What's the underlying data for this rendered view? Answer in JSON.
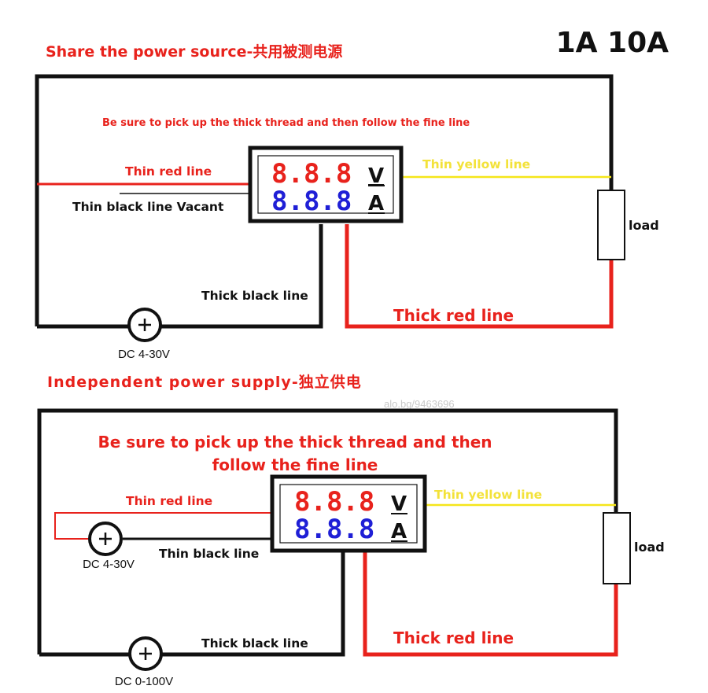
{
  "header": {
    "rating": "1A 10A"
  },
  "top_diagram": {
    "title": "Share the power source-共用被测电源",
    "instruction": "Be sure to pick up the thick thread and then follow the fine line",
    "thin_red_label": "Thin red line",
    "thin_black_label": "Thin black line Vacant",
    "thin_yellow_label": "Thin yellow line",
    "load_label": "load",
    "thick_black_label": "Thick black line",
    "thick_red_label": "Thick red line",
    "source_label": "DC 4-30V",
    "meter": {
      "volt_digits": "8.8.8",
      "volt_unit": "V",
      "amp_digits": "8.8.8",
      "amp_unit": "A"
    }
  },
  "bottom_diagram": {
    "title": "Independent power supply-独立供电",
    "watermark": "alo.bg/9463696",
    "instruction_line1": "Be sure to pick up the thick thread and then",
    "instruction_line2": "follow the fine line",
    "thin_red_label": "Thin red line",
    "thin_black_label": "Thin black line",
    "thin_yellow_label": "Thin yellow line",
    "load_label": "load",
    "thick_black_label": "Thick black line",
    "thick_red_label": "Thick red line",
    "aux_source_label": "DC 4-30V",
    "source_label": "DC 0-100V",
    "meter": {
      "volt_digits": "8.8.8",
      "volt_unit": "V",
      "amp_digits": "8.8.8",
      "amp_unit": "A"
    }
  },
  "colors": {
    "red": "#e8221c",
    "blue": "#1f1fd6",
    "yellow": "#f5e61a",
    "black": "#111111",
    "label_yellow": "#f3e23a"
  }
}
